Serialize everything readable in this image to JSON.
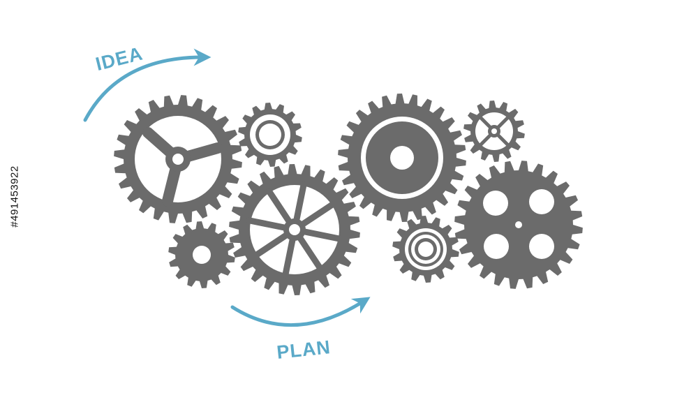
{
  "labels": {
    "idea": "IDEA",
    "plan": "PLAN"
  },
  "stock_id": "#491453922",
  "colors": {
    "gear": "#6b6b6b",
    "arrow": "#5aa9c8",
    "background": "#ffffff"
  },
  "gears": [
    {
      "name": "large-gear-left-icon",
      "style": "spokes-3"
    },
    {
      "name": "small-gear-ring-icon",
      "style": "ring"
    },
    {
      "name": "small-gear-solid-icon",
      "style": "solid-hub"
    },
    {
      "name": "large-gear-center-icon",
      "style": "spokes-8"
    },
    {
      "name": "large-gear-disc-icon",
      "style": "disc"
    },
    {
      "name": "small-gear-cross-icon",
      "style": "spokes-4"
    },
    {
      "name": "small-gear-rings-icon",
      "style": "rings"
    },
    {
      "name": "large-gear-holes-icon",
      "style": "holes"
    }
  ]
}
